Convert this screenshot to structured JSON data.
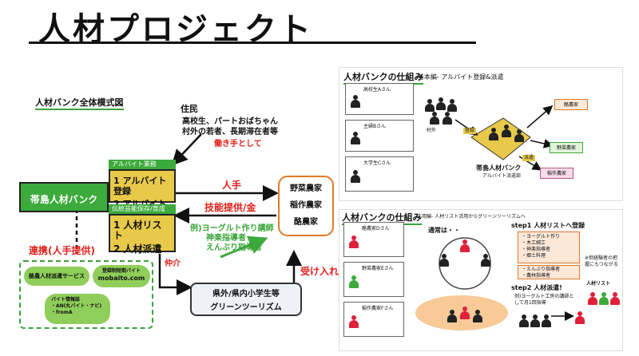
{
  "header": {
    "title": "人材プロジェクト"
  },
  "overview": {
    "heading": "人材バンク全体模式図",
    "residents_title": "住民",
    "residents_line1": "高校生、パートおばちゃん",
    "residents_line2": "村外の若者、長期滞在者等",
    "as_workers": "働き手として",
    "bank_name": "帯島人材バンク",
    "part_time_tab": "アルバイト業務",
    "part_time_item1": "1 アルバイト登録",
    "part_time_item2": "2 アルバイト派遣",
    "trad_tab": "伝統芸能保存/育成",
    "trad_item1": "1 人材リスト",
    "trad_item2": "2 人材派遣",
    "labor_label": "人手",
    "skill_label": "技能提供/金",
    "farms": [
      "野菜農家",
      "稲作農家",
      "酪農家"
    ],
    "examples_line1": "例)ヨーグルト作り講師",
    "examples_line2": "神楽指導者",
    "examples_line3": "えんぶり指導者",
    "mediation": "仲介",
    "accept": "受け入れ",
    "school_line1": "県外/県内小学生等",
    "school_line2": "グリーンツーリズム",
    "cooperation": "連携(人手提供)",
    "services": {
      "s1": "酪農人材派遣サービス",
      "s2_line1": "登録制短期バイト",
      "s2_line2": "mobaito.com",
      "s3_line1": "バイト情報誌",
      "s3_line2": "・AN(丸バイト・ナビ)",
      "s3_line3": "・fromA"
    }
  },
  "basic": {
    "heading": "人材バンクの仕組み",
    "subheading": "-基本編- アルバイト登録&派遣",
    "cards": [
      {
        "name": "高校生Aさん",
        "color": "#222222"
      },
      {
        "name": "主婦Bさん",
        "color": "#222222"
      },
      {
        "name": "大学生Cさん",
        "color": "#222222"
      }
    ],
    "village_label": "村外",
    "register_label": "登録",
    "dispatch_label": "派遣",
    "center_line1": "帯島人材バンク",
    "center_line2": "アルバイト派遣部",
    "farm_labels": [
      "酪農家",
      "野菜農家",
      "稲作農家"
    ]
  },
  "applied": {
    "heading": "人材バンクの仕組み",
    "subheading": "-応用編- 人材リスト活用からグリーンツーリズムへ",
    "normal": "通常は・・",
    "cards": [
      {
        "name": "酪農家Dさん",
        "color": "#e0203a"
      },
      {
        "name": "野菜農家Eさん",
        "color": "#3caa3c"
      },
      {
        "name": "稲作農家Fさん",
        "color": "#e0203a"
      }
    ],
    "step1": "step1 人材リストへ登録",
    "list_items": [
      "・ヨーグルト作り",
      "・木工細工",
      "・神楽指導者",
      "・郷土料理",
      "・えんぶり指導者",
      "・農林指導者"
    ],
    "note": "※但経験者の把握にもつながる",
    "step2": "step2 人材派遣!",
    "example": "例)ヨーグルト工房の講師として月1回指導",
    "list_label": "人材リスト"
  }
}
